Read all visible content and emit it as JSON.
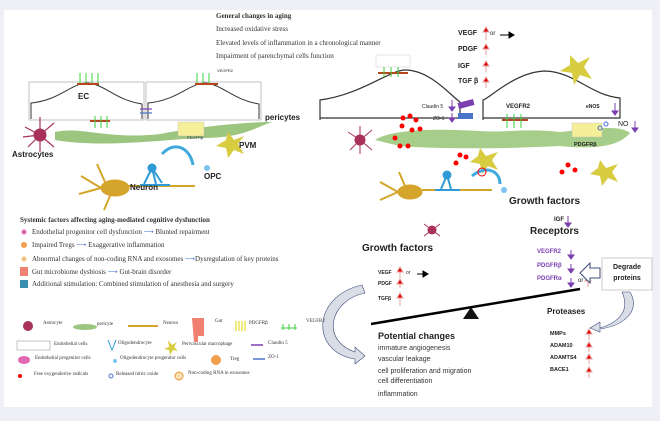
{
  "general": {
    "heading": "General changes in aging",
    "items": [
      "Increased oxidative stress",
      "Elevated levels of inflammation in a chronological manner",
      "Impairment of parenchymal cells function"
    ]
  },
  "left_diagram": {
    "ec": "EC",
    "vegfr2": "VEGFR2",
    "pericytes": "pericytes",
    "astrocytes": "Astrocytes",
    "pvm": "PVM",
    "pdgfrb": "PDGFRβ",
    "neuron": "Neuron",
    "opc": "OPC"
  },
  "systemic": {
    "heading": "Systemic factors affecting aging-mediated cognitive dysfunction",
    "items": [
      {
        "cause": "Endothelial progenitor cell dysfunction",
        "effect": "Blunted repairment"
      },
      {
        "cause": "Impaired Tregs",
        "effect": "Exaggerative inflammation"
      },
      {
        "cause": "Abnormal changes of non-coding RNA and exosomes",
        "effect": "Dysregulation of key proteins"
      },
      {
        "cause": "Gut microbiome dysbiosis",
        "effect": "Gut-brain disorder"
      },
      {
        "cause": "Additional stimulation: Combined stimulation of anesthesia and surgery",
        "effect": ""
      }
    ]
  },
  "legend": {
    "row1": [
      "Astrocyte",
      "pericyte",
      "Neuron",
      "Gut",
      "PDGFRβ",
      "VEGFR2"
    ],
    "row2": [
      "Endothelial cells",
      "Oligodendrocyte",
      "Perivascular macrophage",
      "Claudin 5"
    ],
    "row3": [
      "Endothelial progenitor cells",
      "Oligodendrocyte progenitor cells",
      "Treg",
      "ZO-1"
    ],
    "row4": [
      "Free oxygenderive radicals",
      "Released nitric oxide",
      "Non-coding RNA in exosomes"
    ]
  },
  "right_diagram": {
    "factors": [
      {
        "name": "VEGF",
        "change": "up",
        "alt": "or"
      },
      {
        "name": "PDGF",
        "change": "up"
      },
      {
        "name": "IGF",
        "change": "up"
      },
      {
        "name": "TGF β",
        "change": "up"
      }
    ],
    "claudin5": "Claudin 5",
    "zo1": "ZO-1",
    "vegfr2": "VEGFR2",
    "enos": "eNOS",
    "no": "NO",
    "pdgfrb": "PDGFRβ"
  },
  "growth_right": {
    "heading": "Growth factors",
    "igf": "IGF",
    "receptors_heading": "Receptors",
    "receptors": [
      "VEGFR2",
      "PDGFRβ",
      "PDGFRα"
    ],
    "or": "or",
    "degrade": "Degrade proteins"
  },
  "growth_left": {
    "heading": "Growth factors",
    "items": [
      "VEGF",
      "PDGF",
      "TGFβ"
    ],
    "or": "or"
  },
  "potential": {
    "heading": "Potential changes",
    "items": [
      "immature angiogenesis",
      "vascular leakage",
      "cell proliferation and migration",
      "cell differentiation",
      "inflammation"
    ]
  },
  "proteases": {
    "heading": "Proteases",
    "items": [
      "MMPs",
      "ADAM10",
      "ADAMTS4",
      "BACE1"
    ]
  },
  "colors": {
    "up_arrow": "#e00000",
    "down_arrow": "#7b3fb0",
    "pericyte": "#9cc67f",
    "astrocyte": "#a8325a",
    "neuron": "#d4a52a",
    "pvm": "#d8cc40",
    "opc": "#2e9bd6"
  }
}
